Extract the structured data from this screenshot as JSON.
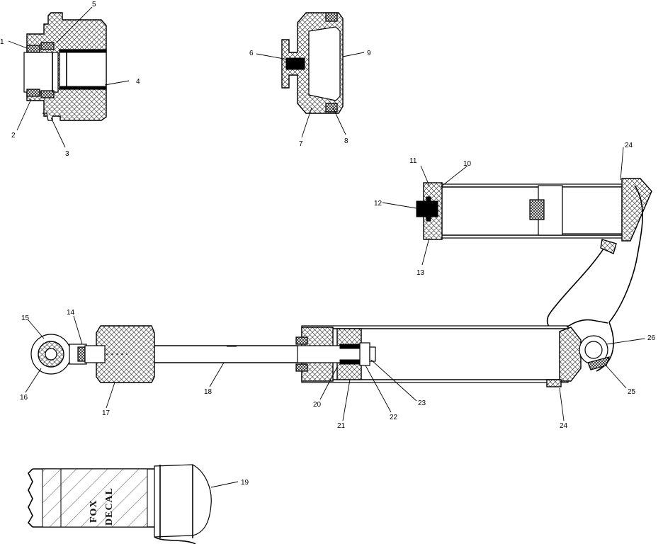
{
  "callouts": [
    {
      "id": "1",
      "text": "1"
    },
    {
      "id": "2",
      "text": "2"
    },
    {
      "id": "3",
      "text": "3"
    },
    {
      "id": "4",
      "text": "4"
    },
    {
      "id": "5",
      "text": "5"
    },
    {
      "id": "6",
      "text": "6"
    },
    {
      "id": "7",
      "text": "7"
    },
    {
      "id": "8",
      "text": "8"
    },
    {
      "id": "9",
      "text": "9"
    },
    {
      "id": "10",
      "text": "10"
    },
    {
      "id": "11",
      "text": "11"
    },
    {
      "id": "12",
      "text": "12"
    },
    {
      "id": "13",
      "text": "13"
    },
    {
      "id": "14",
      "text": "14"
    },
    {
      "id": "15",
      "text": "15"
    },
    {
      "id": "16",
      "text": "16"
    },
    {
      "id": "17",
      "text": "17"
    },
    {
      "id": "18",
      "text": "18"
    },
    {
      "id": "19",
      "text": "19"
    },
    {
      "id": "20",
      "text": "20"
    },
    {
      "id": "21",
      "text": "21"
    },
    {
      "id": "22",
      "text": "22"
    },
    {
      "id": "23",
      "text": "23"
    },
    {
      "id": "24a",
      "text": "24"
    },
    {
      "id": "24b",
      "text": "24"
    },
    {
      "id": "25",
      "text": "25"
    },
    {
      "id": "26",
      "text": "26"
    }
  ],
  "decal": {
    "line1": "FOX",
    "line2": "DECAL"
  }
}
